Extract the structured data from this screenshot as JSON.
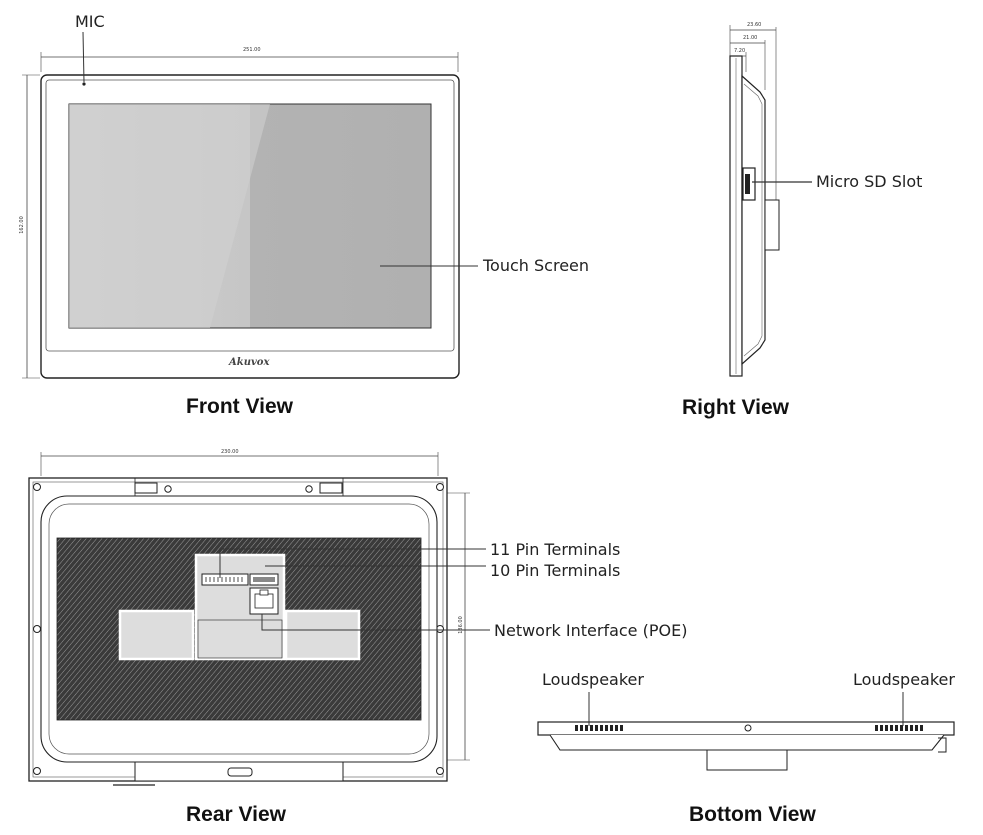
{
  "views": {
    "front": "Front View",
    "right": "Right View",
    "rear": "Rear View",
    "bottom": "Bottom View"
  },
  "callouts": {
    "mic": "MIC",
    "touch_screen": "Touch Screen",
    "micro_sd": "Micro SD Slot",
    "pin11": "11 Pin Terminals",
    "pin10": "10 Pin Terminals",
    "network": "Network Interface (POE)",
    "loudspeaker_left": "Loudspeaker",
    "loudspeaker_right": "Loudspeaker"
  },
  "brand": "Akuvox",
  "dimensions": {
    "front_width": "251.00",
    "front_height": "162.00",
    "side_total": "23.60",
    "side_mid": "21.00",
    "side_small": "7.20",
    "rear_width": "230.00",
    "rear_height": "136.00"
  }
}
